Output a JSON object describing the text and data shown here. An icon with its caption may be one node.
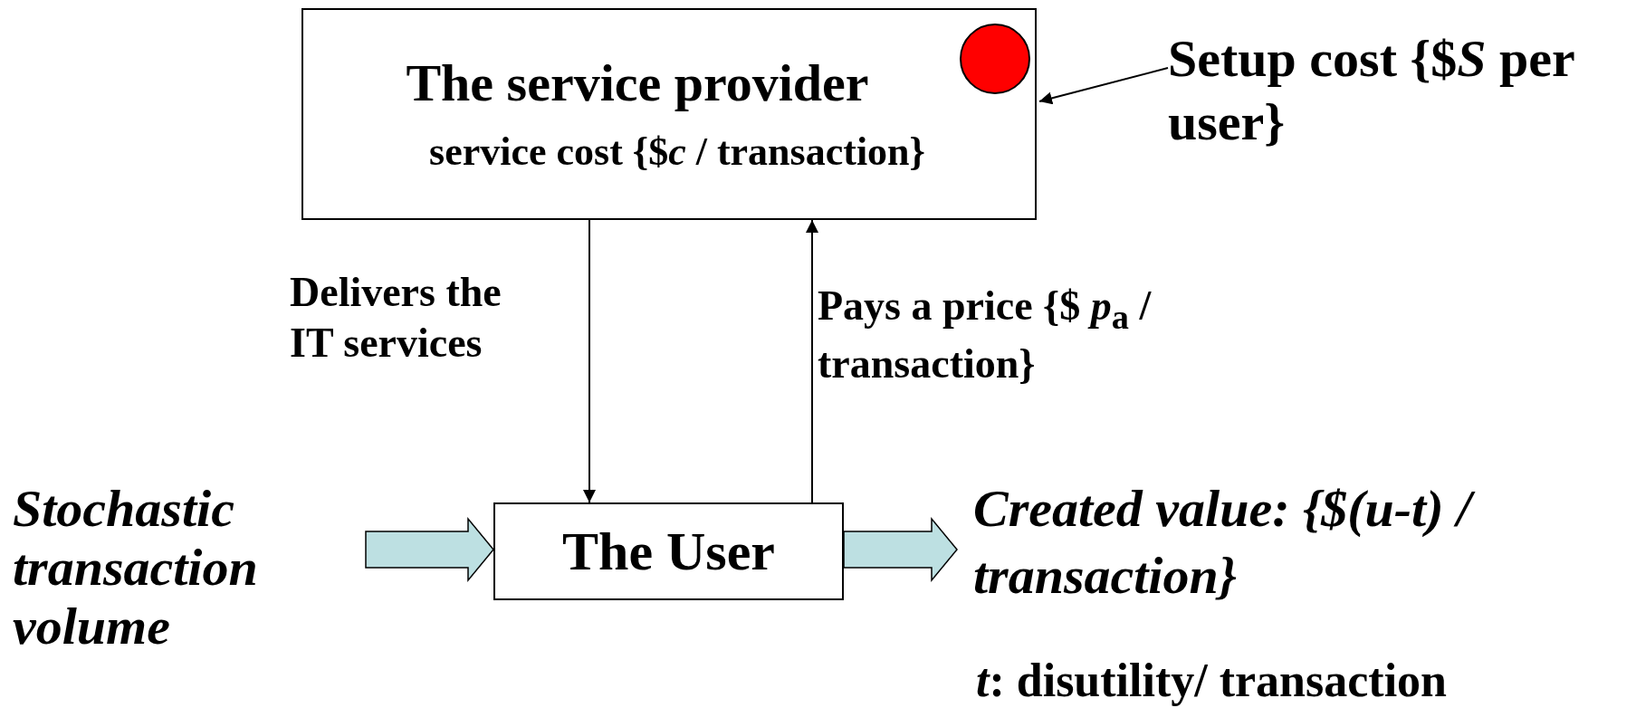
{
  "diagram": {
    "nodes": [
      {
        "text": [
          "The service provider",
          "service cost {$*c* / transaction}"
        ]
      },
      {
        "text": [
          "Setup cost {$*S* per user}"
        ]
      },
      {
        "text": [
          "The User"
        ]
      },
      {
        "text": [
          "Stochastic transaction volume"
        ]
      },
      {
        "text": [
          "Created value: {$(u-t) / transaction}"
        ]
      }
    ],
    "edges": [
      {
        "from": 1,
        "to": 0,
        "arrow": "to"
      },
      {
        "from": 0,
        "to": 2,
        "arrow": "to",
        "label": "Delivers the IT services"
      },
      {
        "from": 2,
        "to": 0,
        "arrow": "to",
        "label": "Pays a price {$ *p*$_{a}$ / transaction}"
      },
      {
        "from": 3,
        "to": 2,
        "arrow": "to",
        "style": "thick",
        "color": "#bde0e2"
      },
      {
        "from": 2,
        "to": 4,
        "arrow": "to",
        "style": "thick",
        "color": "#bde0e2"
      }
    ],
    "labels": [
      "*t*: disutility/ transaction"
    ]
  }
}
